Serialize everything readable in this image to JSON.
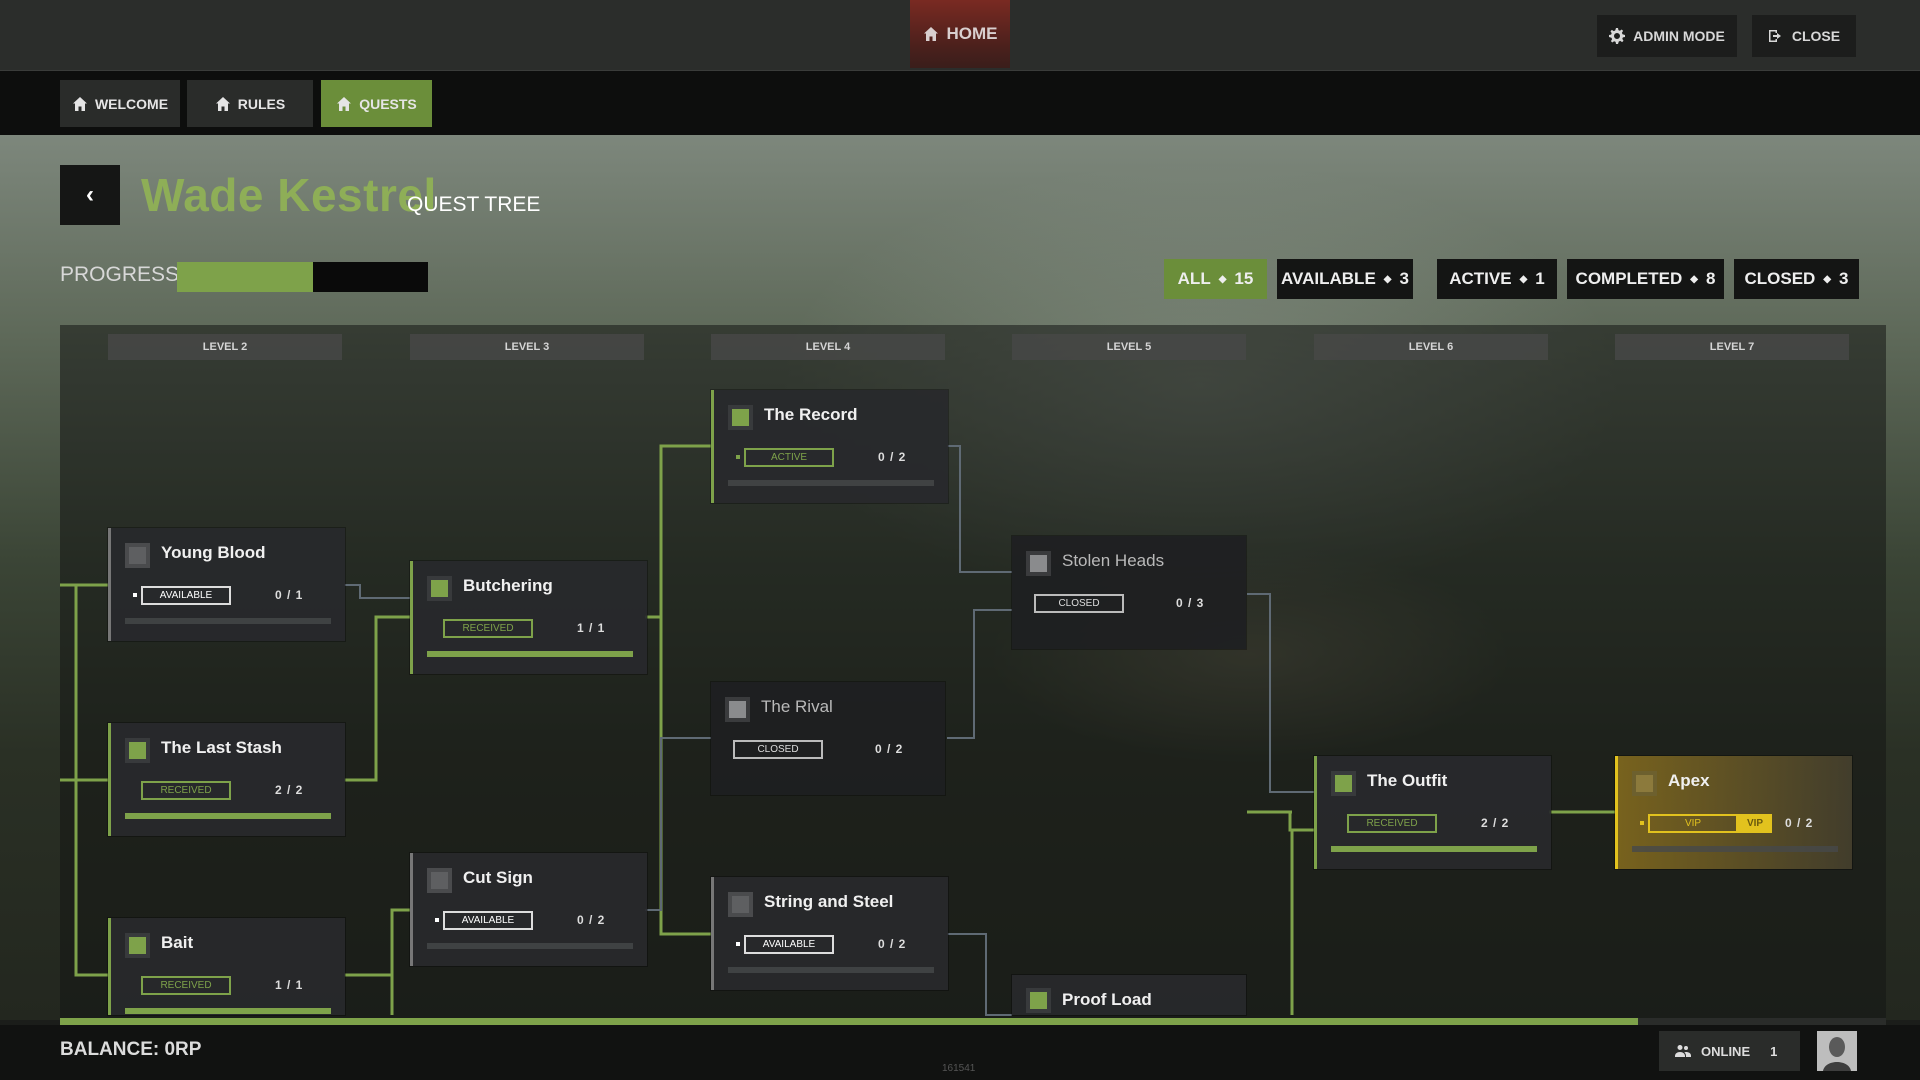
{
  "topbar": {
    "home_label": "HOME",
    "admin_label": "ADMIN MODE",
    "close_label": "CLOSE"
  },
  "tabs": [
    {
      "label": "WELCOME",
      "active": false
    },
    {
      "label": "RULES",
      "active": false
    },
    {
      "label": "QUESTS",
      "active": true
    }
  ],
  "header": {
    "title": "Wade Kestrel",
    "subtitle": "QUEST TREE",
    "progress_label": "PROGRESS",
    "progress_fraction": 0.54
  },
  "filters": [
    {
      "label": "ALL",
      "count": "15",
      "active": true
    },
    {
      "label": "AVAILABLE",
      "count": "3",
      "active": false
    },
    {
      "label": "ACTIVE",
      "count": "1",
      "active": false
    },
    {
      "label": "COMPLETED",
      "count": "8",
      "active": false
    },
    {
      "label": "CLOSED",
      "count": "3",
      "active": false
    }
  ],
  "levels": [
    "LEVEL 2",
    "LEVEL 3",
    "LEVEL 4",
    "LEVEL 5",
    "LEVEL 6",
    "LEVEL 7"
  ],
  "quests": {
    "young_blood": {
      "name": "Young Blood",
      "status": "AVAILABLE",
      "count": "0 / 1",
      "progress": 0
    },
    "last_stash": {
      "name": "The Last Stash",
      "status": "RECEIVED",
      "count": "2 / 2",
      "progress": 1
    },
    "bait": {
      "name": "Bait",
      "status": "RECEIVED",
      "count": "1 / 1",
      "progress": 1
    },
    "butchering": {
      "name": "Butchering",
      "status": "RECEIVED",
      "count": "1 / 1",
      "progress": 1
    },
    "cut_sign": {
      "name": "Cut Sign",
      "status": "AVAILABLE",
      "count": "0 / 2",
      "progress": 0
    },
    "the_record": {
      "name": "The Record",
      "status": "ACTIVE",
      "count": "0 / 2",
      "progress": 0
    },
    "the_rival": {
      "name": "The Rival",
      "status": "CLOSED",
      "count": "0 / 2",
      "progress": 0
    },
    "string_steel": {
      "name": "String and Steel",
      "status": "AVAILABLE",
      "count": "0 / 2",
      "progress": 0
    },
    "stolen_heads": {
      "name": "Stolen Heads",
      "status": "CLOSED",
      "count": "0 / 3",
      "progress": 0
    },
    "proof_load": {
      "name": "Proof Load"
    },
    "the_outfit": {
      "name": "The Outfit",
      "status": "RECEIVED",
      "count": "2 / 2",
      "progress": 1
    },
    "apex": {
      "name": "Apex",
      "status": "VIP",
      "vip_chip": "VIP",
      "count": "0 / 2",
      "progress": 0
    }
  },
  "scroll_fraction": 0.864,
  "footer": {
    "balance": "BALANCE: 0RP",
    "version": "161541",
    "online_label": "ONLINE",
    "online_count": "1"
  },
  "colors": {
    "accent": "#7ea24a",
    "vip": "#e2c21e",
    "home": "#7a2a22"
  }
}
